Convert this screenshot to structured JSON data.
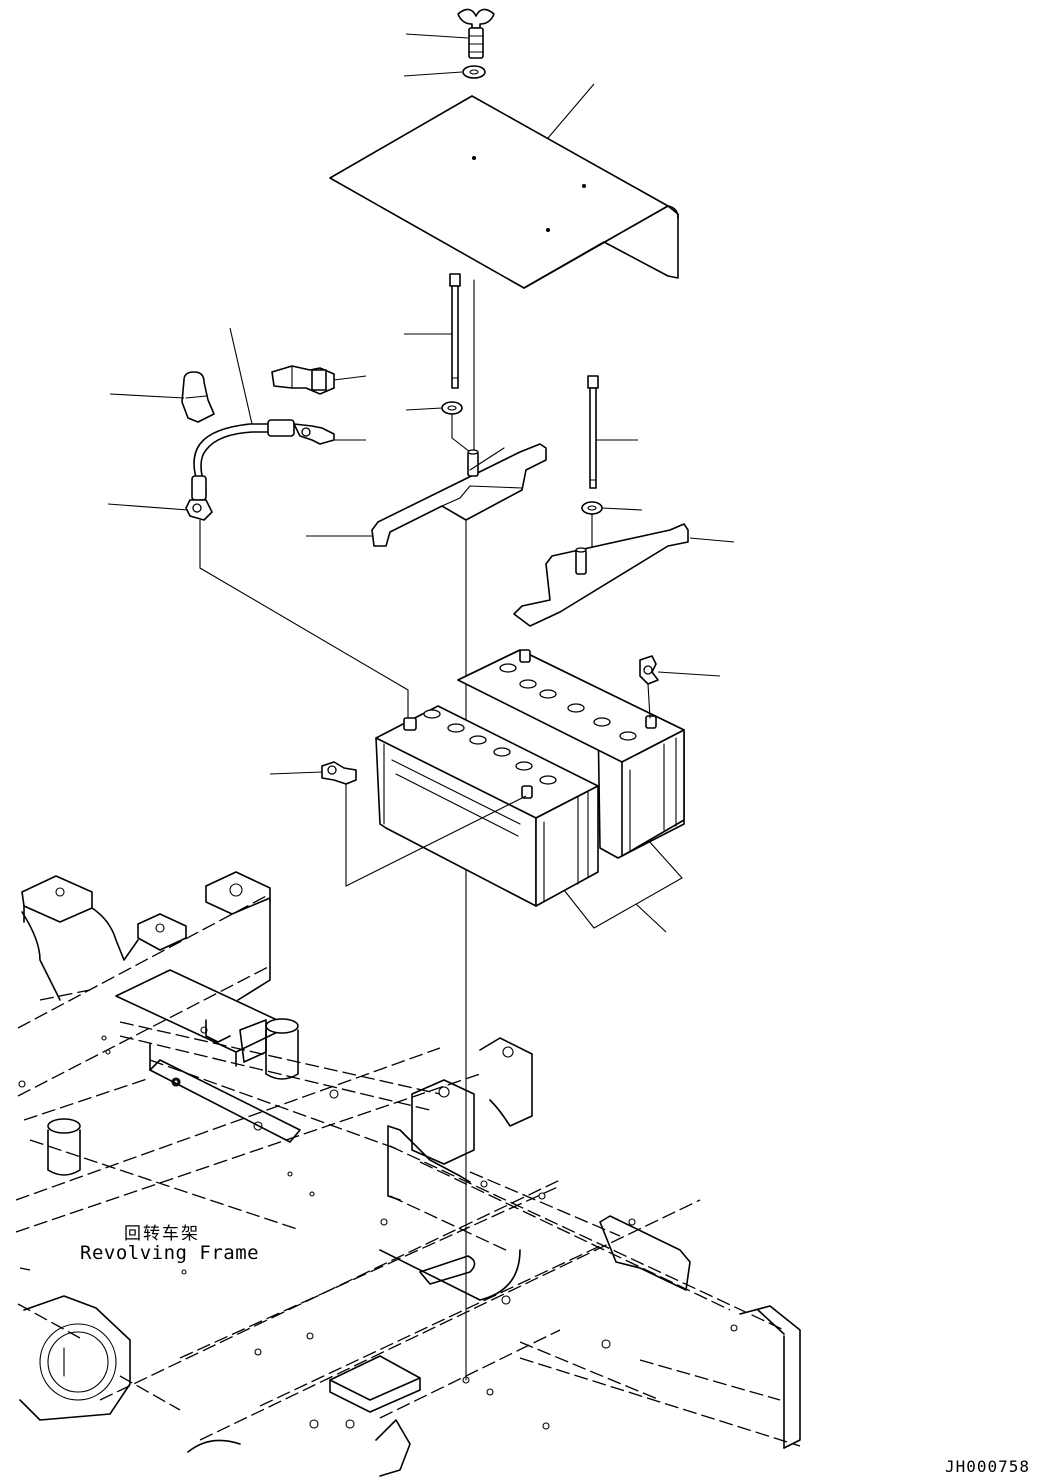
{
  "labels": {
    "frame_cn": "回转车架",
    "frame_en": "Revolving Frame",
    "drawing_code": "JH000758"
  },
  "icons": [
    "wing-bolt-icon",
    "washer-icon",
    "battery-cover-icon",
    "rod-icon",
    "battery-bracket-icon",
    "battery-icon",
    "cable-icon",
    "terminal-clamp-icon",
    "cap-icon",
    "revolving-frame-icon"
  ]
}
